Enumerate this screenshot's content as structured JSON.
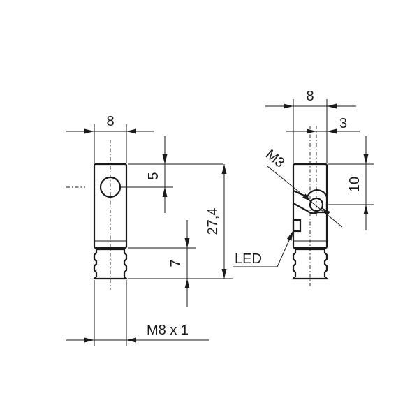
{
  "left_view": {
    "width_label": "8",
    "hole_label": "5",
    "length_label": "27,4",
    "connector_label": "7",
    "thread_label": "M8 x 1"
  },
  "right_view": {
    "width_label": "8",
    "offset_label": "3",
    "screw_label": "M3",
    "height_label": "10",
    "led_label": "LED"
  }
}
